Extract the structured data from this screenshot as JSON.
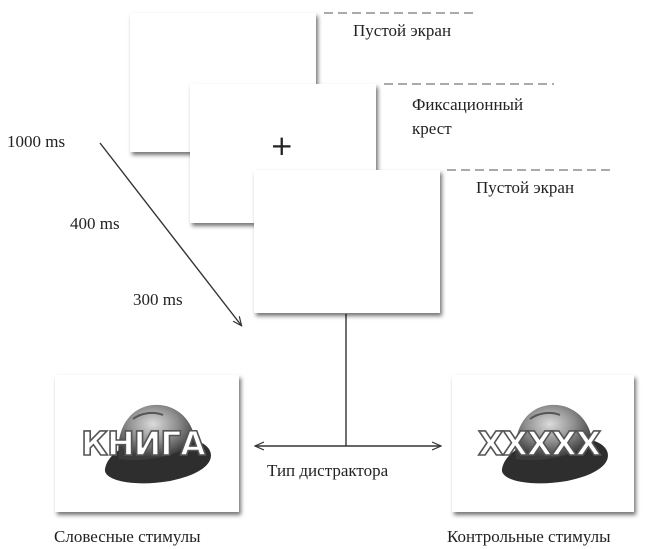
{
  "timeline": {
    "screens": [
      {
        "label": "Пустой экран"
      },
      {
        "label_line1": "Фиксационный",
        "label_line2": "крест",
        "symbol": "+"
      },
      {
        "label": "Пустой экран"
      }
    ],
    "durations": [
      "1000 ms",
      "400 ms",
      "300 ms"
    ]
  },
  "branch": {
    "label": "Тип дистрактора"
  },
  "stimuli": {
    "left": {
      "word": "КНИГА",
      "caption": "Словесные стимулы",
      "image": "hat-icon"
    },
    "right": {
      "word": "XXXXX",
      "caption": "Контрольные стимулы",
      "image": "hat-icon"
    }
  },
  "colors": {
    "line": "#333333",
    "dash": "#666666",
    "shadow": "#555555"
  }
}
